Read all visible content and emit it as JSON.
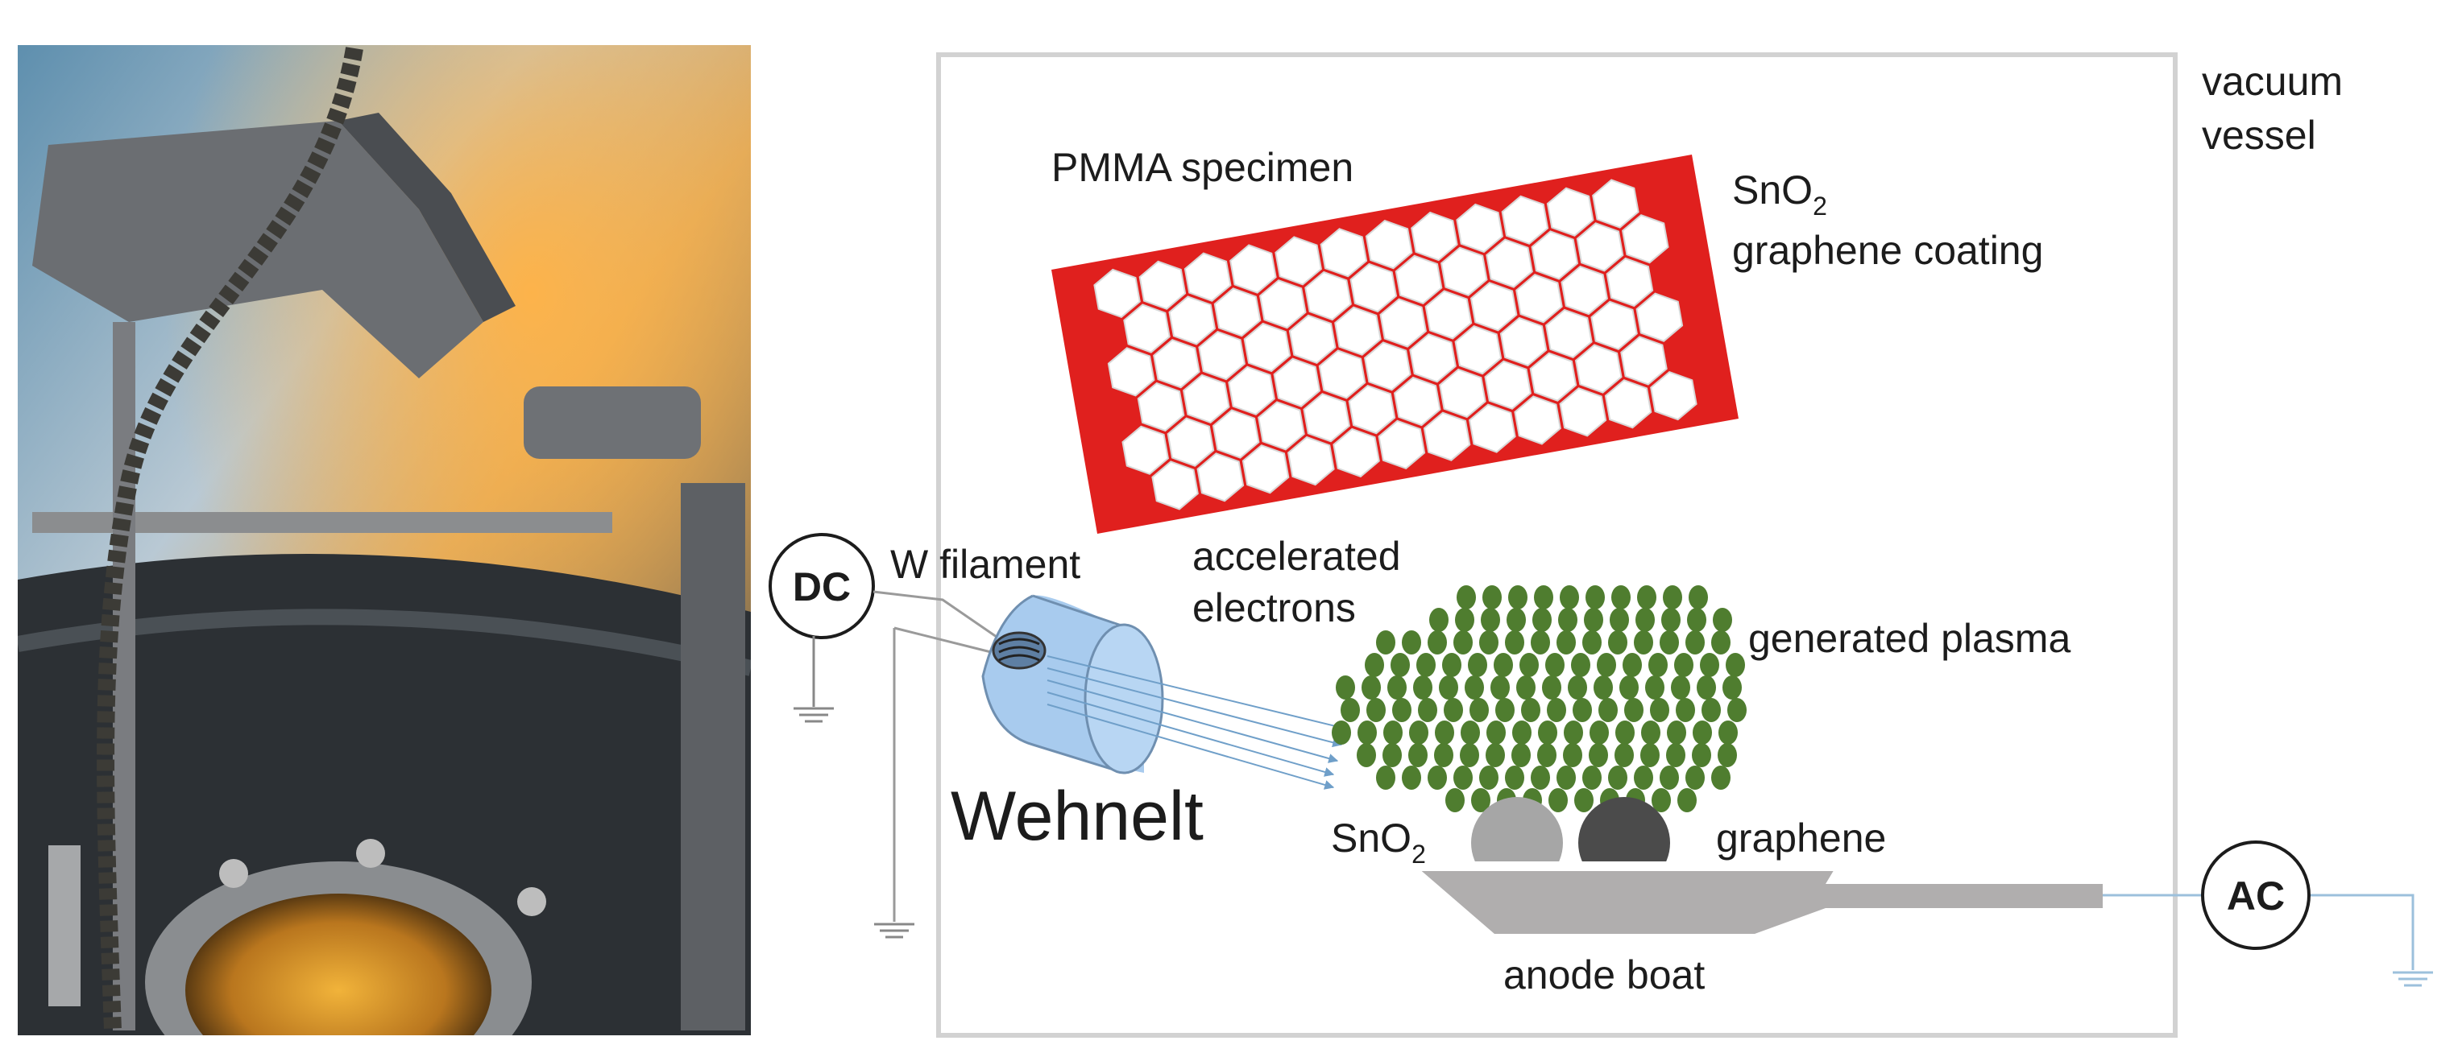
{
  "photo": {
    "description_icon": "vacuum-chamber-photo"
  },
  "labels": {
    "vacuum_vessel_line1": "vacuum",
    "vacuum_vessel_line2": "vessel",
    "pmma_specimen": "PMMA specimen",
    "sno2_prefix": "SnO",
    "sno2_subscript": "2",
    "graphene_coating": "graphene coating",
    "w_filament": "W filament",
    "accelerated_line1": "accelerated",
    "accelerated_line2": "electrons",
    "generated_plasma": "generated plasma",
    "wehnelt": "Wehnelt",
    "sno2_boat_prefix": "SnO",
    "sno2_boat_subscript": "2",
    "graphene": "graphene",
    "anode_boat": "anode boat",
    "dc": "DC",
    "ac": "AC"
  },
  "colors": {
    "specimen_red": "#e0201e",
    "plasma_green": "#4f7d2f",
    "wehnelt_blue": "#a8cbee",
    "vessel_border": "#d2d2d2",
    "boat_gray": "#b0aeae",
    "sno2_sphere": "#a6a6a6",
    "graphene_sphere": "#4b4b4b",
    "wire_blue": "#9cc0dc"
  }
}
